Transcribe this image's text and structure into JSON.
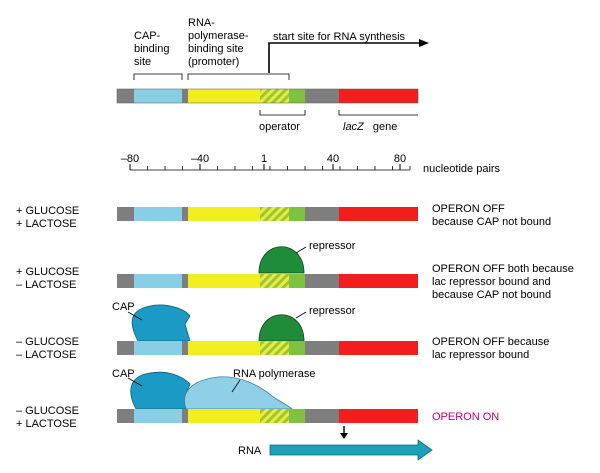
{
  "colors": {
    "gray": "#7e7e7e",
    "cap_site": "#88cfe6",
    "promoter": "#f1ee1f",
    "operator": "#c9d93c",
    "operator_green": "#7fc241",
    "lacz": "#f21e1e",
    "repressor": "#1f8c3a",
    "cap_protein": "#1a9ac4",
    "rna_pol": "#8ed0e8",
    "rna_arrow": "#1aa1b8",
    "operon_on": "#c4007a"
  },
  "header": {
    "cap_site": [
      "CAP-",
      "binding",
      "site"
    ],
    "pol_site": [
      "RNA-",
      "polymerase-",
      "binding site",
      "(promoter)"
    ],
    "start_site": "start site for RNA synthesis",
    "operator": "operator",
    "lacz_italic": "lacZ",
    "lacz_rest": "gene"
  },
  "scale": {
    "ticks": [
      "–80",
      "–40",
      "1",
      "40",
      "80"
    ],
    "unit": "nucleotide pairs"
  },
  "rows": [
    {
      "cond1": "+ GLUCOSE",
      "cond2": "+ LACTOSE",
      "status": [
        "OPERON OFF",
        "because CAP not bound"
      ],
      "status_on": false
    },
    {
      "cond1": "+ GLUCOSE",
      "cond2": "– LACTOSE",
      "status": [
        "OPERON OFF both because",
        "lac repressor bound and",
        "because CAP not bound"
      ],
      "status_on": false,
      "repressor_label": "repressor"
    },
    {
      "cond1": "– GLUCOSE",
      "cond2": "– LACTOSE",
      "status": [
        "OPERON OFF because",
        "lac repressor bound"
      ],
      "status_on": false,
      "cap_label": "CAP",
      "repressor_label": "repressor"
    },
    {
      "cond1": "– GLUCOSE",
      "cond2": "+ LACTOSE",
      "status": [
        "OPERON ON"
      ],
      "status_on": true,
      "cap_label": "CAP",
      "pol_label": "RNA polymerase"
    }
  ],
  "rna_label": "RNA"
}
